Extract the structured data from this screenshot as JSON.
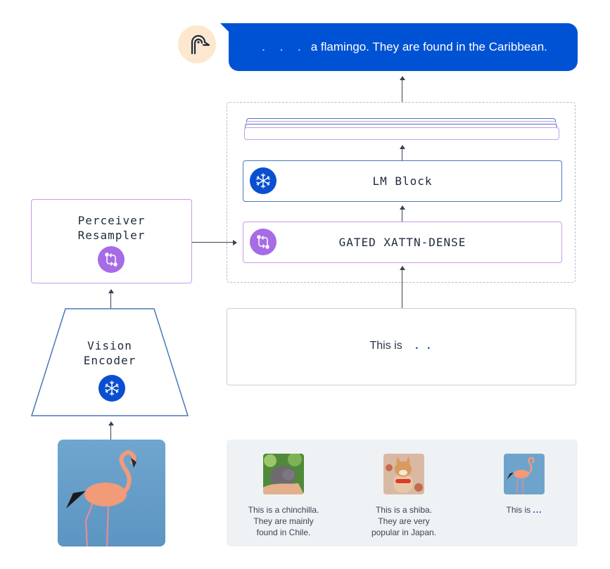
{
  "output": {
    "avatar_icon": "flamingo-logo-icon",
    "prefix_dots": ". . .",
    "text": "a flamingo. They are found in the Caribbean.",
    "bubble_color": "#0052d4"
  },
  "language_model": {
    "stacked_layers_count": 4,
    "lm_block": {
      "label": "LM Block",
      "icon": "snowflake-icon",
      "frozen": true
    },
    "xattn_block": {
      "label": "GATED XATTN-DENSE",
      "icon": "swap-arrows-icon",
      "trainable": true
    }
  },
  "vision": {
    "perceiver": {
      "line1": "Perceiver",
      "line2": "Resampler",
      "icon": "swap-arrows-icon"
    },
    "encoder": {
      "line1": "Vision",
      "line2": "Encoder",
      "icon": "snowflake-icon"
    },
    "input_image": "flamingo-photo"
  },
  "text_input": {
    "label": "This is",
    "dots": ". ."
  },
  "examples": [
    {
      "image": "chinchilla-photo",
      "lines": [
        "This is a chinchilla.",
        "They are mainly",
        "found in Chile."
      ]
    },
    {
      "image": "shiba-photo",
      "lines": [
        "This is a shiba.",
        "They are very",
        "popular in Japan."
      ]
    },
    {
      "image": "flamingo-photo",
      "lines": [
        "This is"
      ],
      "dots": "..."
    }
  ],
  "colors": {
    "frozen_blue": "#0a4fcf",
    "trainable_purple": "#a66be6",
    "lm_border": "#4a78b8",
    "xattn_border": "#c79be8"
  }
}
